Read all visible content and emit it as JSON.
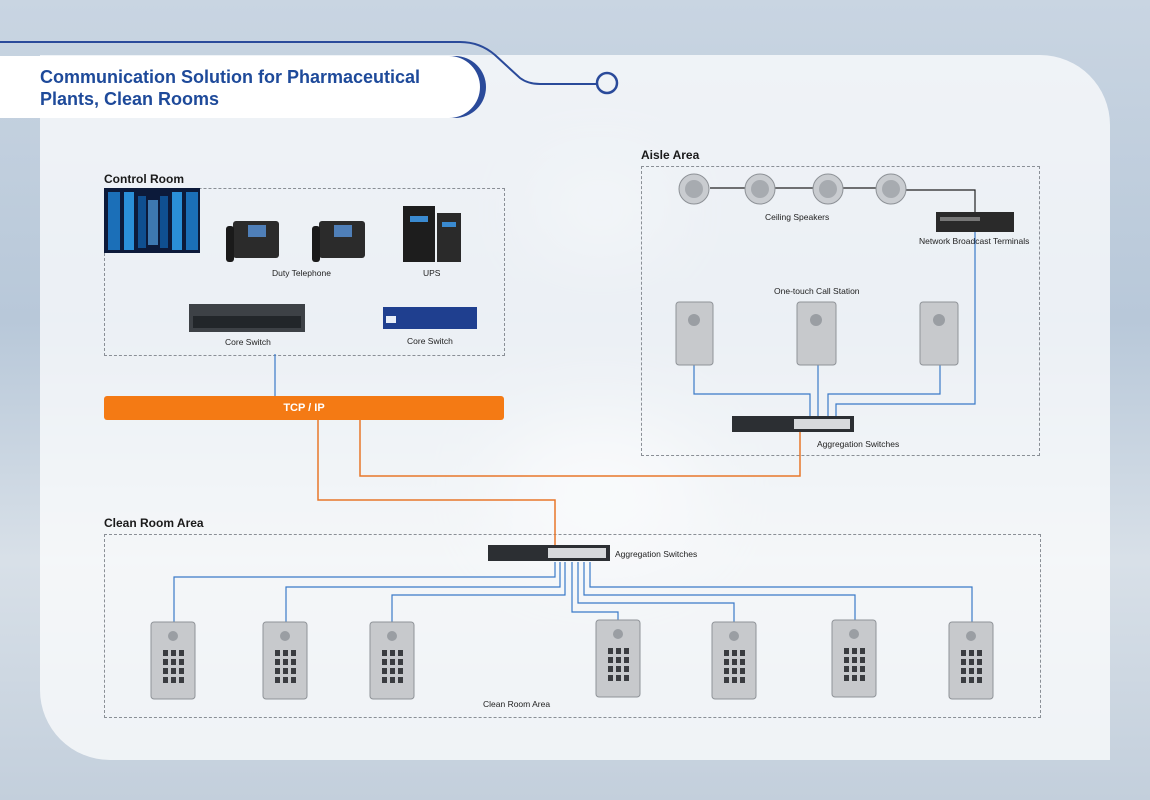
{
  "title": "Communication Solution for Pharmaceutical Plants, Clean Rooms",
  "sections": {
    "control_room": "Control Room",
    "aisle_area": "Aisle Area",
    "clean_room_area": "Clean Room Area"
  },
  "control_room": {
    "duty_telephone": "Duty Telephone",
    "ups": "UPS",
    "core_switch_1": "Core Switch",
    "core_switch_2": "Core Switch"
  },
  "network": {
    "tcp_ip": "TCP / IP"
  },
  "aisle": {
    "ceiling_speakers": "Ceiling Speakers",
    "network_broadcast": "Network Broadcast Terminals",
    "one_touch": "One-touch Call Station",
    "aggregation": "Aggregation Switches"
  },
  "clean_room": {
    "aggregation": "Aggregation Switches",
    "area_label": "Clean Room Area"
  },
  "colors": {
    "accent": "#1e4a9a",
    "tcp": "#f47a14",
    "wire_blue": "#3a7ac8",
    "wire_orange": "#e8772a"
  }
}
